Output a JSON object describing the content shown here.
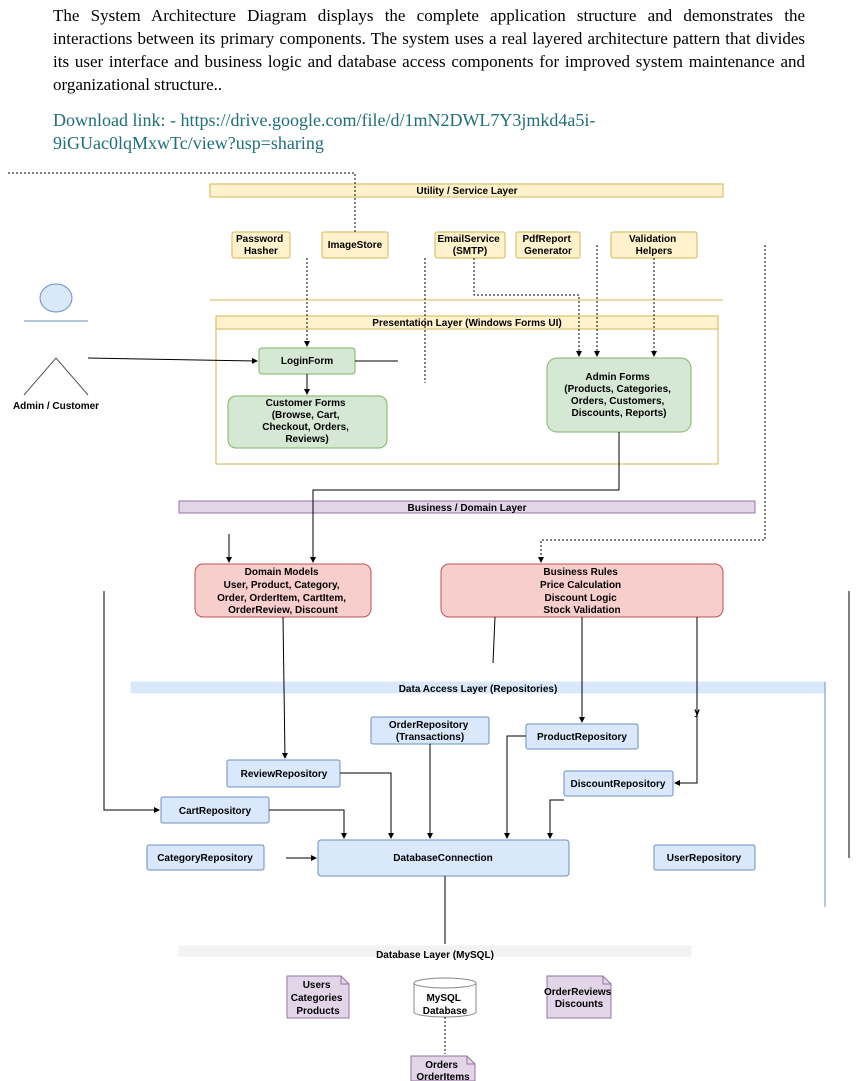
{
  "intro": {
    "paragraph": "The System Architecture Diagram displays the complete application structure and demonstrates the interactions between its primary components. The system uses a real layered architecture pattern that divides its user interface and business logic and database access components for improved system maintenance and organizational structure..",
    "download_link": "Download link: - https://drive.google.com/file/d/1mN2DWL7Y3jmkd4a5i-9iGUac0lqMxwTc/view?usp=sharing"
  },
  "layers": {
    "utility": "Utility / Service Layer",
    "presentation": "Presentation Layer (Windows Forms UI)",
    "business": "Business / Domain Layer",
    "data_access": "Data Access Layer (Repositories)",
    "database": "Database Layer (MySQL)"
  },
  "utility": {
    "password_hasher": [
      "Password",
      "Hasher"
    ],
    "image_store": [
      "ImageStore"
    ],
    "email_service": [
      "EmailService",
      "(SMTP)"
    ],
    "pdf_report": [
      "PdfReport",
      "Generator"
    ],
    "validation": [
      "Validation",
      "Helpers"
    ]
  },
  "actor": {
    "label": "Admin / Customer"
  },
  "presentation": {
    "login_form": [
      "LoginForm"
    ],
    "customer_forms": [
      "Customer Forms",
      "(Browse, Cart,",
      "Checkout, Orders,",
      "Reviews)"
    ],
    "admin_forms": [
      "Admin Forms",
      "(Products, Categories,",
      "Orders, Customers,",
      "Discounts, Reports)"
    ]
  },
  "business": {
    "domain_models": [
      "Domain Models",
      "User, Product, Category,",
      "Order, OrderItem, CartItem,",
      "OrderReview, Discount"
    ],
    "business_rules": [
      "Business Rules",
      "Price Calculation",
      "Discount Logic",
      "Stock Validation"
    ]
  },
  "data_access": {
    "order_repo": [
      "OrderRepository",
      "(Transactions)"
    ],
    "product_repo": [
      "ProductRepository"
    ],
    "review_repo": [
      "ReviewRepository"
    ],
    "discount_repo": [
      "DiscountRepository"
    ],
    "cart_repo": [
      "CartRepository"
    ],
    "category_repo": [
      "CategoryRepository"
    ],
    "db_connection": [
      "DatabaseConnection"
    ],
    "user_repo": [
      "UserRepository"
    ],
    "edge_label": "y"
  },
  "database": {
    "users_doc": [
      "Users",
      "Categories",
      "Products"
    ],
    "mysql": [
      "MySQL",
      "Database"
    ],
    "order_reviews_doc": [
      "OrderReviews",
      "Discounts"
    ],
    "orders_doc": [
      "Orders",
      "OrderItems"
    ]
  },
  "colors": {
    "utility_fill": "#fff2cc",
    "utility_stroke": "#d6b656",
    "presentation_fill": "#d5e8d4",
    "presentation_stroke": "#82b366",
    "business_fill": "#f8cecc",
    "business_stroke": "#b85450",
    "data_fill": "#dae8fc",
    "data_stroke": "#6c8ebf",
    "db_fill": "#e1d5e7",
    "db_stroke": "#9673a6",
    "link": "#1f6e78"
  }
}
